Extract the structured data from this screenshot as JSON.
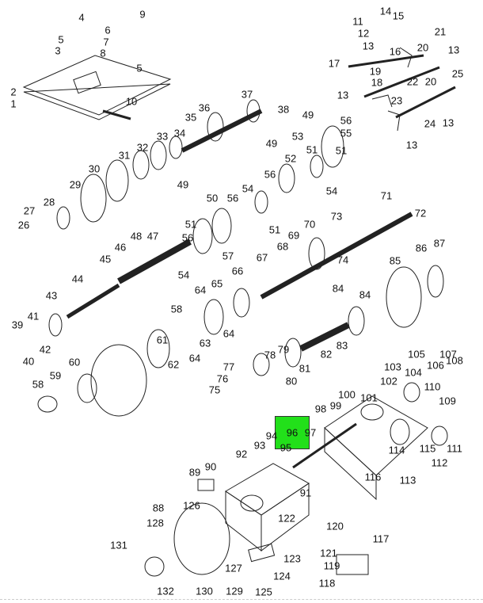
{
  "diagram": {
    "title": "Transmission exploded parts diagram",
    "highlight_color": "#22e01a",
    "highlighted_callout": "96",
    "callouts": [
      "4",
      "9",
      "6",
      "5",
      "7",
      "3",
      "8",
      "5",
      "2",
      "1",
      "10",
      "37",
      "38",
      "36",
      "35",
      "34",
      "33",
      "32",
      "31",
      "30",
      "29",
      "28",
      "27",
      "26",
      "49",
      "49",
      "49",
      "56",
      "53",
      "51",
      "55",
      "51",
      "52",
      "56",
      "54",
      "56",
      "50",
      "54",
      "51",
      "51",
      "56",
      "48",
      "47",
      "46",
      "57",
      "54",
      "45",
      "44",
      "43",
      "39",
      "41",
      "42",
      "40",
      "71",
      "72",
      "73",
      "70",
      "69",
      "68",
      "74",
      "67",
      "66",
      "65",
      "64",
      "63",
      "64",
      "64",
      "58",
      "61",
      "62",
      "87",
      "86",
      "85",
      "84",
      "84",
      "83",
      "82",
      "81",
      "80",
      "79",
      "78",
      "77",
      "76",
      "75",
      "60",
      "59",
      "58",
      "11",
      "14",
      "15",
      "12",
      "13",
      "16",
      "20",
      "21",
      "13",
      "17",
      "19",
      "22",
      "20",
      "25",
      "18",
      "13",
      "23",
      "24",
      "13",
      "13",
      "105",
      "107",
      "103",
      "104",
      "106",
      "108",
      "102",
      "100",
      "101",
      "110",
      "109",
      "98",
      "99",
      "96",
      "97",
      "94",
      "95",
      "93",
      "92",
      "90",
      "89",
      "114",
      "115",
      "111",
      "116",
      "113",
      "112",
      "91",
      "88",
      "126",
      "128",
      "122",
      "131",
      "127",
      "123",
      "120",
      "117",
      "121",
      "119",
      "118",
      "124",
      "132",
      "130",
      "129",
      "125"
    ]
  }
}
